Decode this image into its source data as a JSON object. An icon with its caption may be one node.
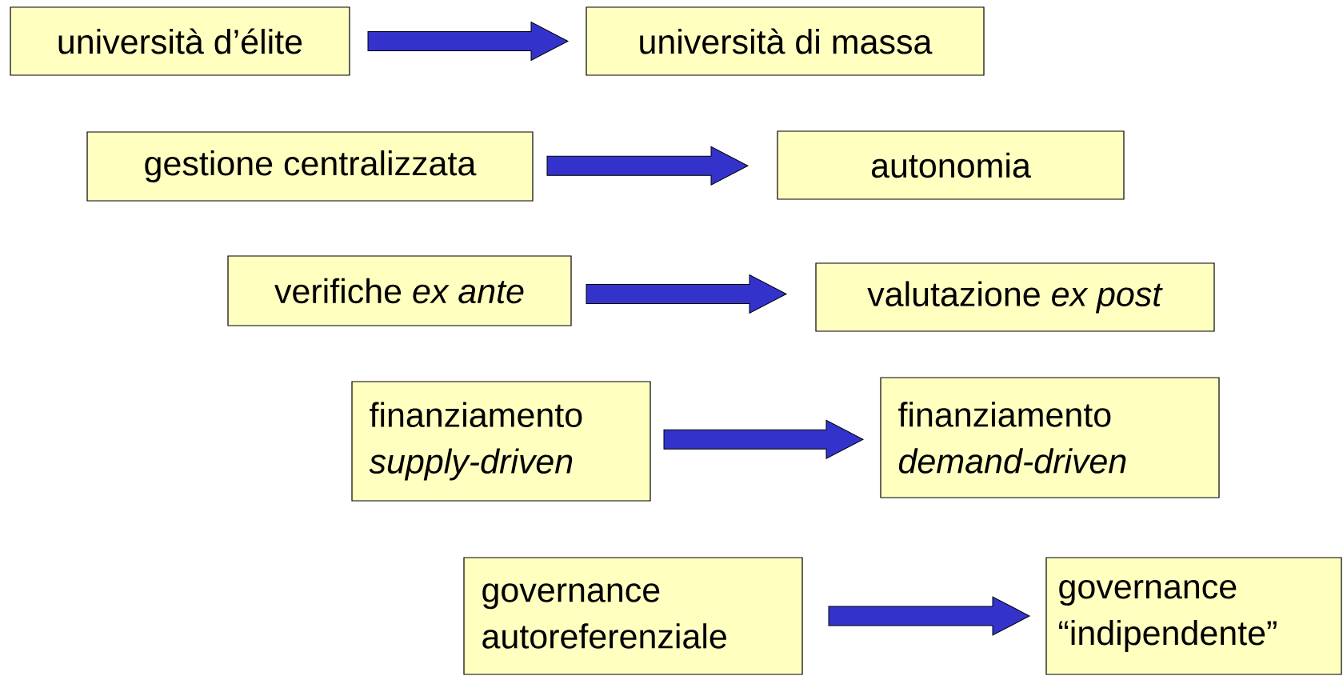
{
  "diagram": {
    "nodes": [
      {
        "text": [
          "università d’élite"
        ]
      },
      {
        "text": [
          "università di massa"
        ]
      },
      {
        "text": [
          "gestione centralizzata"
        ]
      },
      {
        "text": [
          "autonomia"
        ]
      },
      {
        "text": [
          "verifiche *ex ante*"
        ]
      },
      {
        "text": [
          "valutazione *ex post*"
        ]
      },
      {
        "text": [
          "finanziamento *supply-driven*"
        ]
      },
      {
        "text": [
          "finanziamento *demand-driven*"
        ]
      },
      {
        "text": [
          "governance autoreferenziale"
        ]
      },
      {
        "text": [
          "governance “indipendente”"
        ]
      }
    ],
    "edges": [
      {
        "from": 0,
        "to": 1,
        "arrow": "to"
      },
      {
        "from": 2,
        "to": 3,
        "arrow": "to"
      },
      {
        "from": 4,
        "to": 5,
        "arrow": "to"
      },
      {
        "from": 6,
        "to": 7,
        "arrow": "to"
      },
      {
        "from": 8,
        "to": 9,
        "arrow": "to"
      }
    ]
  }
}
